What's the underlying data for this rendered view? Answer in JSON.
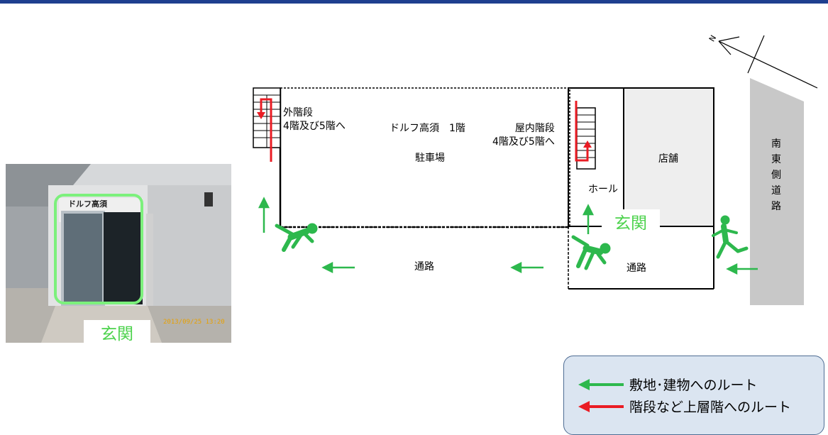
{
  "photo": {
    "sign_text": "ドルフ高須",
    "timestamp": "2013/09/25 13:20",
    "label": "玄関"
  },
  "plan": {
    "outer_stairs": "外階段\n4階及び5階へ",
    "building_name": "ドルフ高須　1階",
    "parking": "駐車場",
    "inner_stairs": "屋内階段\n4階及び5階へ",
    "hall": "ホール",
    "shop": "店舗",
    "entrance": "玄関",
    "passage_left": "通路",
    "passage_right": "通路",
    "road": [
      "南",
      "東",
      "側",
      "道",
      "路"
    ],
    "north_mark": "N"
  },
  "legend": {
    "green_route": "敷地･建物へのルート",
    "red_route": "階段など上層階へのルート"
  },
  "colors": {
    "green": "#2db84d",
    "red": "#ea1c24",
    "label_green": "#4cd24c",
    "road": "#c8c8c8",
    "shop": "#eeeeee",
    "top_bar": "#1f3f8f",
    "legend_bg": "#dbe5f1"
  },
  "icons": [
    "running-person-icon",
    "falling-person-icon",
    "north-arrow-icon",
    "stairs-icon",
    "green-arrow-icon",
    "red-arrow-icon"
  ]
}
